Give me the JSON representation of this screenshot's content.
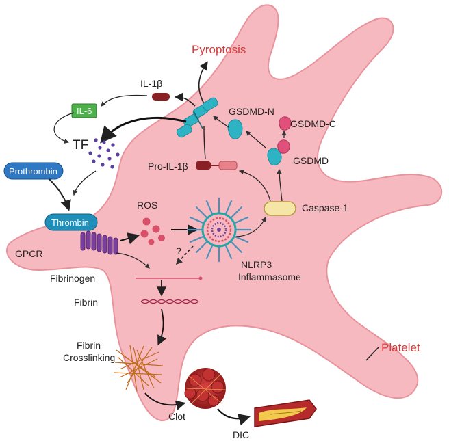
{
  "labels": {
    "pyroptosis": "Pyroptosis",
    "il1b": "IL-1β",
    "il6": "IL-6",
    "tf": "TF",
    "prothrombin": "Prothrombin",
    "thrombin": "Thrombin",
    "gpcr": "GPCR",
    "ros": "ROS",
    "question": "?",
    "fibrinogen": "Fibrinogen",
    "fibrin": "Fibrin",
    "fibrin_crosslinking_1": "Fibrin",
    "fibrin_crosslinking_2": "Crosslinking",
    "clot": "Clot",
    "dic": "DIC",
    "platelet": "Platelet",
    "gsdmd_n": "GSDMD-N",
    "gsdmd_c": "GSDMD-C",
    "gsdmd": "GSDMD",
    "pro_il1b": "Pro-IL-1β",
    "caspase1": "Caspase-1",
    "nlrp3_1": "NLRP3",
    "nlrp3_2": "Inflammasome"
  },
  "colors": {
    "cell_fill": "#f7b9c0",
    "cell_stroke": "#e8939c",
    "accent_red": "#d63a3a",
    "prothrombin_blue": "#2f78c4",
    "thrombin_teal": "#1f8eb8",
    "il6_green": "#4db04a",
    "il1b_dark": "#8a1f24",
    "gpcr_purple": "#7a3f9a",
    "ros_pink": "#d9506a",
    "gasdermin_teal": "#2db3c4",
    "nlrp3_teal": "#4a90b8",
    "caspase_yellow": "#f5e6a8",
    "tf_dots": "#5a3fa0",
    "clot_red": "#b52a2a",
    "fibrin_mesh": "#c06a1a"
  }
}
